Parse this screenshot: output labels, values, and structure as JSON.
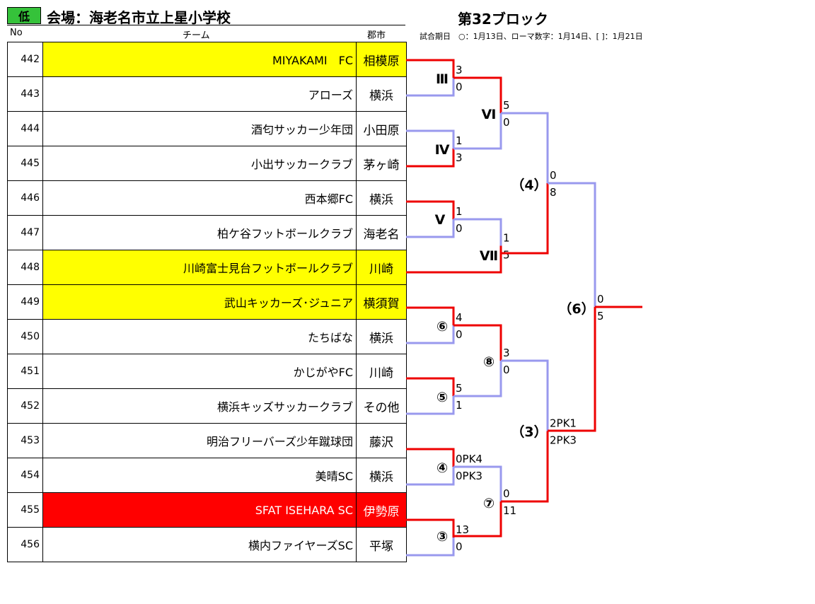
{
  "header": {
    "level_badge": "低",
    "venue": "会場：海老名市立上星小学校",
    "block": "第32ブロック",
    "date_legend": "試合期日　○：1月13日、ローマ数字：1月14日、[ ]：1月21日",
    "col_no": "No",
    "col_team": "チーム",
    "col_city": "郡市"
  },
  "colors": {
    "badge": "#35c23a",
    "highlight": "#ffff00",
    "host": "#ff0000",
    "winner_line": "#ee0000",
    "loser_line": "#9999ee"
  },
  "teams": [
    {
      "no": "442",
      "name": "MIYAKAMI　FC",
      "city": "相模原",
      "highlight": "yellow"
    },
    {
      "no": "443",
      "name": "アローズ",
      "city": "横浜",
      "highlight": ""
    },
    {
      "no": "444",
      "name": "酒匂サッカー少年団",
      "city": "小田原",
      "highlight": ""
    },
    {
      "no": "445",
      "name": "小出サッカークラブ",
      "city": "茅ヶ崎",
      "highlight": ""
    },
    {
      "no": "446",
      "name": "西本郷FC",
      "city": "横浜",
      "highlight": ""
    },
    {
      "no": "447",
      "name": "柏ケ谷フットボールクラブ",
      "city": "海老名",
      "highlight": ""
    },
    {
      "no": "448",
      "name": "川崎富士見台フットボールクラブ",
      "city": "川崎",
      "highlight": "yellow"
    },
    {
      "no": "449",
      "name": "武山キッカーズ･ジュニア",
      "city": "横須賀",
      "highlight": "yellow"
    },
    {
      "no": "450",
      "name": "たちばな",
      "city": "横浜",
      "highlight": ""
    },
    {
      "no": "451",
      "name": "かじがやFC",
      "city": "川崎",
      "highlight": ""
    },
    {
      "no": "452",
      "name": "横浜キッズサッカークラブ",
      "city": "その他",
      "highlight": ""
    },
    {
      "no": "453",
      "name": "明治フリーバーズ少年蹴球団",
      "city": "藤沢",
      "highlight": ""
    },
    {
      "no": "454",
      "name": "美晴SC",
      "city": "横浜",
      "highlight": ""
    },
    {
      "no": "455",
      "name": "SFAT ISEHARA SC",
      "city": "伊勢原",
      "highlight": "red"
    },
    {
      "no": "456",
      "name": "横内ファイヤーズSC",
      "city": "平塚",
      "highlight": ""
    }
  ],
  "matches": {
    "m_III": {
      "label": "Ⅲ",
      "top": "3",
      "bottom": "0"
    },
    "m_IV": {
      "label": "Ⅳ",
      "top": "1",
      "bottom": "3"
    },
    "m_V": {
      "label": "Ⅴ",
      "top": "1",
      "bottom": "0"
    },
    "m_VI": {
      "label": "Ⅵ",
      "top": "5",
      "bottom": "0"
    },
    "m_VII": {
      "label": "Ⅶ",
      "top": "1",
      "bottom": "5"
    },
    "m_6": {
      "label": "⑥",
      "top": "4",
      "bottom": "0"
    },
    "m_5": {
      "label": "⑤",
      "top": "5",
      "bottom": "1"
    },
    "m_4": {
      "label": "④",
      "top": "0PK4",
      "bottom": "0PK3"
    },
    "m_3": {
      "label": "③",
      "top": "13",
      "bottom": "0"
    },
    "m_8": {
      "label": "⑧",
      "top": "3",
      "bottom": "0"
    },
    "m_7": {
      "label": "⑦",
      "top": "0",
      "bottom": "11"
    },
    "m_p4": {
      "label": "（4）",
      "top": "0",
      "bottom": "8"
    },
    "m_p3": {
      "label": "（3）",
      "top": "2PK1",
      "bottom": "2PK3"
    },
    "m_p6": {
      "label": "（6）",
      "top": "0",
      "bottom": "5"
    }
  }
}
